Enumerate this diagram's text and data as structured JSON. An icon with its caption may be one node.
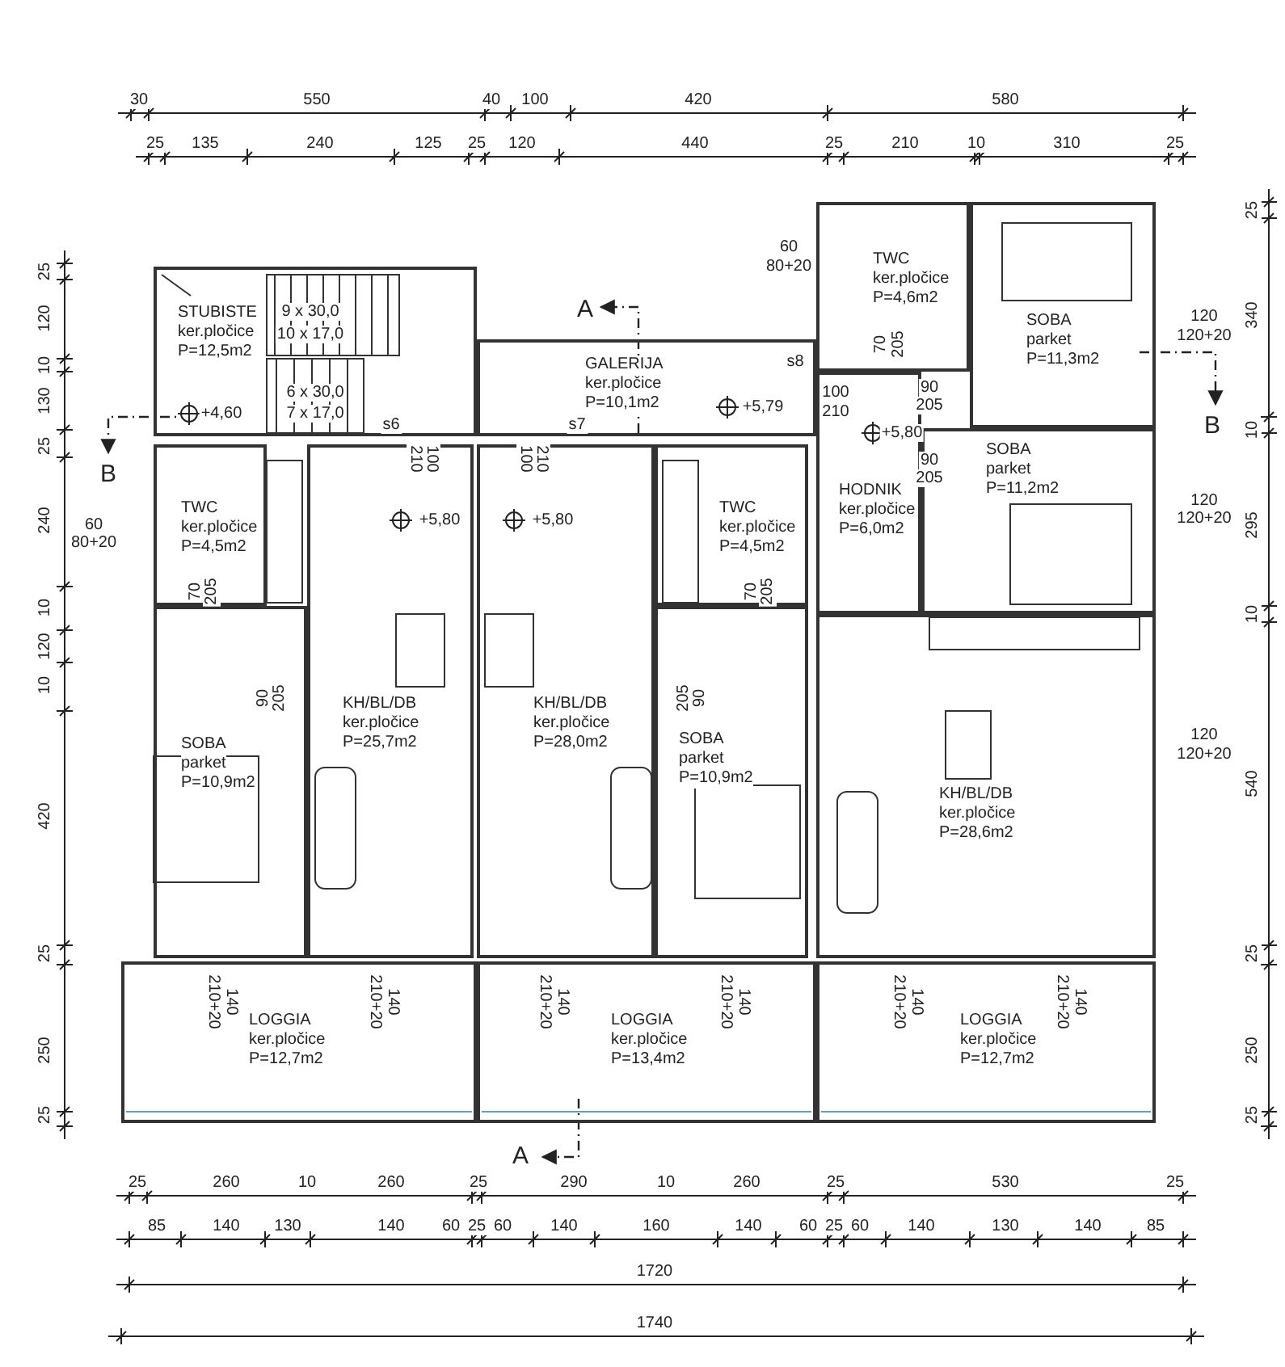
{
  "diagram": {
    "nodes": [
      {
        "text": [
          "STUBISTE",
          "ker.pločice",
          "P=12,5m2"
        ]
      },
      {
        "text": [
          "GALERIJA",
          "ker.pločice",
          "P=10,1m2"
        ]
      },
      {
        "text": [
          "TWC",
          "ker.pločice",
          "P=4,5m2"
        ]
      },
      {
        "text": [
          "KH/BL/DB",
          "ker.pločice",
          "P=25,7m2"
        ]
      },
      {
        "text": [
          "SOBA",
          "parket",
          "P=10,9m2"
        ]
      },
      {
        "text": [
          "KH/BL/DB",
          "ker.pločice",
          "P=28,0m2"
        ]
      },
      {
        "text": [
          "TWC",
          "ker.pločice",
          "P=4,5m2"
        ]
      },
      {
        "text": [
          "SOBA",
          "parket",
          "P=10,9m2"
        ]
      },
      {
        "text": [
          "TWC",
          "ker.pločice",
          "P=4,6m2"
        ]
      },
      {
        "text": [
          "SOBA",
          "parket",
          "P=11,3m2"
        ]
      },
      {
        "text": [
          "HODNIK",
          "ker.pločice",
          "P=6,0m2"
        ]
      },
      {
        "text": [
          "SOBA",
          "parket",
          "P=11,2m2"
        ]
      },
      {
        "text": [
          "KH/BL/DB",
          "ker.pločice",
          "P=28,6m2"
        ]
      },
      {
        "text": [
          "LOGGIA",
          "ker.pločice",
          "P=12,7m2"
        ]
      },
      {
        "text": [
          "LOGGIA",
          "ker.pločice",
          "P=13,4m2"
        ]
      },
      {
        "text": [
          "LOGGIA",
          "ker.pločice",
          "P=12,7m2"
        ]
      }
    ],
    "edges": [],
    "labels": [
      "30",
      "550",
      "40",
      "100",
      "420",
      "580",
      "25",
      "135",
      "240",
      "125",
      "25",
      "120",
      "440",
      "25",
      "210",
      "10",
      "310",
      "25",
      "25",
      "120",
      "10",
      "130",
      "25",
      "240",
      "10",
      "120",
      "10",
      "420",
      "25",
      "250",
      "25",
      "25",
      "340",
      "10",
      "295",
      "10",
      "540",
      "25",
      "250",
      "25",
      "60",
      "80+20",
      "9 x 30,0",
      "A",
      "120",
      "10 x 17,0",
      "s8",
      "70",
      "205",
      "120+20",
      "6 x 30,0",
      "100",
      "90",
      "+4,60",
      "7 x 17,0",
      "s6",
      "s7",
      "+5,79",
      "210",
      "+5,80",
      "205",
      "B",
      "B",
      "210",
      "100",
      "100",
      "210",
      "90",
      "205",
      "120",
      "60",
      "+5,80",
      "+5,80",
      "120+20",
      "80+20",
      "70",
      "205",
      "70",
      "205",
      "90",
      "205",
      "205",
      "90",
      "120",
      "120+20",
      "210+20",
      "140",
      "210+20",
      "140",
      "210+20",
      "140",
      "210+20",
      "140",
      "210+20",
      "140",
      "210+20",
      "140",
      "A",
      "25",
      "260",
      "10",
      "260",
      "25",
      "290",
      "10",
      "260",
      "25",
      "530",
      "25",
      "85",
      "140",
      "130",
      "140",
      "60",
      "25",
      "60",
      "140",
      "160",
      "140",
      "60",
      "25",
      "60",
      "140",
      "130",
      "140",
      "85",
      "1720",
      "1740"
    ]
  }
}
